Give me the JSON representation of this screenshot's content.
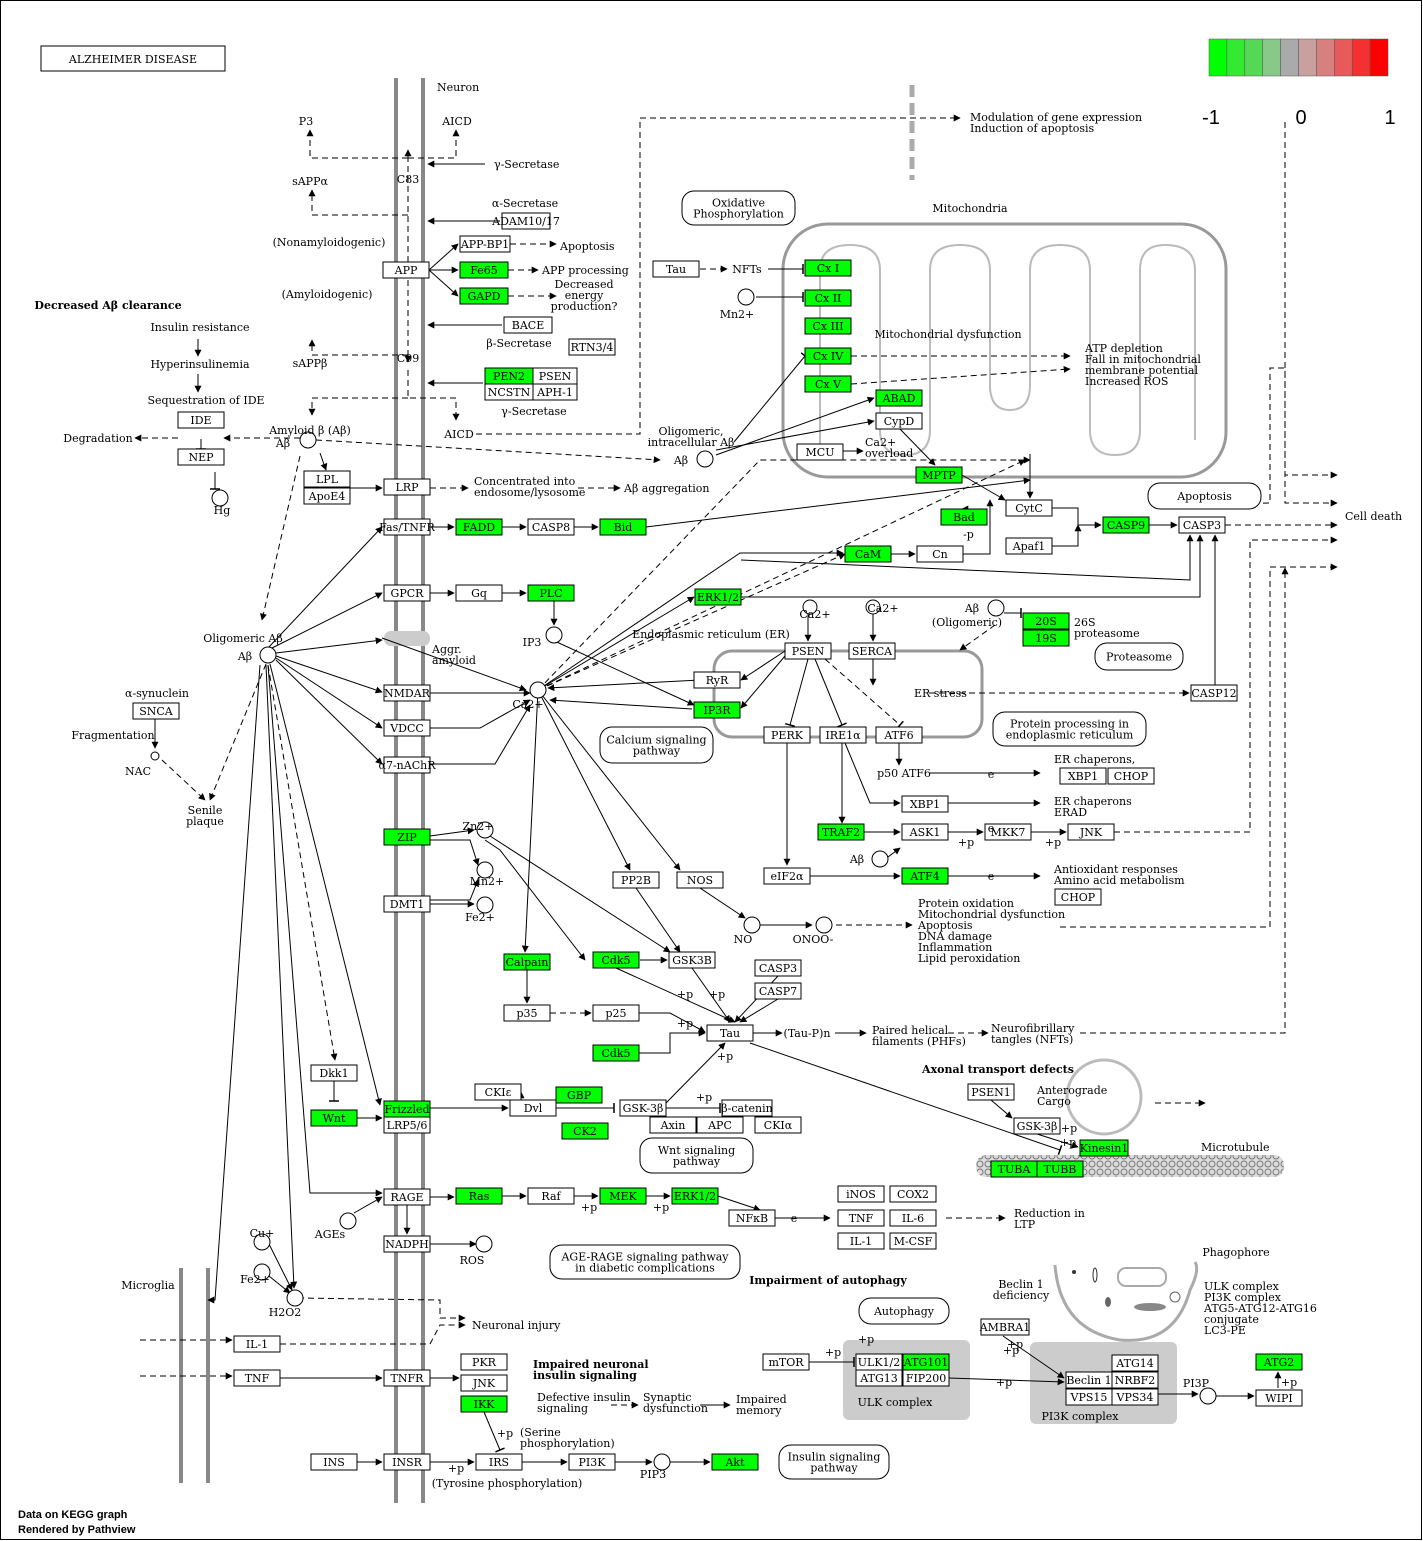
{
  "title": "ALZHEIMER DISEASE",
  "legend": {
    "colors": [
      "#00ff00",
      "#33ea33",
      "#55d855",
      "#88c888",
      "#aaaaaa",
      "#c8a0a0",
      "#d88080",
      "#e85a5a",
      "#f43030",
      "#ff0000"
    ],
    "labels": [
      "-1",
      "0",
      "1"
    ]
  },
  "credits": [
    "Data on KEGG graph",
    "Rendered by Pathview"
  ],
  "colors": {
    "hit": "#00ff00",
    "box": "#ffffff",
    "membrane": "#888888",
    "group": "#cccccc"
  },
  "nodes": [
    {
      "id": "adam",
      "label": "ADAM10/17",
      "hit": false
    },
    {
      "id": "app",
      "label": "APP",
      "hit": false
    },
    {
      "id": "appbp1",
      "label": "APP-BP1",
      "hit": false
    },
    {
      "id": "fe65",
      "label": "Fe65",
      "hit": true
    },
    {
      "id": "gapd",
      "label": "GAPD",
      "hit": true
    },
    {
      "id": "bace",
      "label": "BACE",
      "hit": false
    },
    {
      "id": "rtn",
      "label": "RTN3/4",
      "hit": false
    },
    {
      "id": "pen2",
      "label": "PEN2",
      "hit": true
    },
    {
      "id": "psen_a",
      "label": "PSEN",
      "hit": false
    },
    {
      "id": "ncstn",
      "label": "NCSTN",
      "hit": false
    },
    {
      "id": "aph1",
      "label": "APH-1",
      "hit": false
    },
    {
      "id": "ide",
      "label": "IDE",
      "hit": false
    },
    {
      "id": "nep",
      "label": "NEP",
      "hit": false
    },
    {
      "id": "lpl",
      "label": "LPL",
      "hit": false
    },
    {
      "id": "apoe4",
      "label": "ApoE4",
      "hit": false
    },
    {
      "id": "lrp",
      "label": "LRP",
      "hit": false
    },
    {
      "id": "fastnfr",
      "label": "Fas/TNFR",
      "hit": false
    },
    {
      "id": "fadd",
      "label": "FADD",
      "hit": true
    },
    {
      "id": "casp8",
      "label": "CASP8",
      "hit": false
    },
    {
      "id": "bid",
      "label": "Bid",
      "hit": true
    },
    {
      "id": "gpcr",
      "label": "GPCR",
      "hit": false
    },
    {
      "id": "gq",
      "label": "Gq",
      "hit": false
    },
    {
      "id": "plc",
      "label": "PLC",
      "hit": true
    },
    {
      "id": "nmdar",
      "label": "NMDAR",
      "hit": false
    },
    {
      "id": "vdcc",
      "label": "VDCC",
      "hit": false
    },
    {
      "id": "a7",
      "label": "α7-nAChR",
      "hit": false
    },
    {
      "id": "snca",
      "label": "SNCA",
      "hit": false
    },
    {
      "id": "zip",
      "label": "ZIP",
      "hit": true
    },
    {
      "id": "dmt1",
      "label": "DMT1",
      "hit": false
    },
    {
      "id": "tau_top",
      "label": "Tau",
      "hit": false
    },
    {
      "id": "cx1",
      "label": "Cx I",
      "hit": true
    },
    {
      "id": "cx2",
      "label": "Cx II",
      "hit": true
    },
    {
      "id": "cx3",
      "label": "Cx III",
      "hit": true
    },
    {
      "id": "cx4",
      "label": "Cx IV",
      "hit": true
    },
    {
      "id": "cx5",
      "label": "Cx V",
      "hit": true
    },
    {
      "id": "abad",
      "label": "ABAD",
      "hit": true
    },
    {
      "id": "cypd",
      "label": "CypD",
      "hit": false
    },
    {
      "id": "mcu",
      "label": "MCU",
      "hit": false
    },
    {
      "id": "mptp",
      "label": "MPTP",
      "hit": true
    },
    {
      "id": "bad",
      "label": "Bad",
      "hit": true
    },
    {
      "id": "cytc",
      "label": "CytC",
      "hit": false
    },
    {
      "id": "apaf1",
      "label": "Apaf1",
      "hit": false
    },
    {
      "id": "casp9",
      "label": "CASP9",
      "hit": true
    },
    {
      "id": "casp3",
      "label": "CASP3",
      "hit": false
    },
    {
      "id": "cam",
      "label": "CaM",
      "hit": true
    },
    {
      "id": "cn",
      "label": "Cn",
      "hit": false
    },
    {
      "id": "erk_top",
      "label": "ERK1/2",
      "hit": true
    },
    {
      "id": "p20s",
      "label": "20S",
      "hit": true
    },
    {
      "id": "p19s",
      "label": "19S",
      "hit": true
    },
    {
      "id": "psen_er",
      "label": "PSEN",
      "hit": false
    },
    {
      "id": "serca",
      "label": "SERCA",
      "hit": false
    },
    {
      "id": "ryr",
      "label": "RyR",
      "hit": false
    },
    {
      "id": "ip3r",
      "label": "IP3R",
      "hit": true
    },
    {
      "id": "casp12",
      "label": "CASP12",
      "hit": false
    },
    {
      "id": "perk",
      "label": "PERK",
      "hit": false
    },
    {
      "id": "ire1",
      "label": "IRE1α",
      "hit": false
    },
    {
      "id": "atf6",
      "label": "ATF6",
      "hit": false
    },
    {
      "id": "xbp1a",
      "label": "XBP1",
      "hit": false
    },
    {
      "id": "chop1",
      "label": "CHOP",
      "hit": false
    },
    {
      "id": "xbp1b",
      "label": "XBP1",
      "hit": false
    },
    {
      "id": "traf2",
      "label": "TRAF2",
      "hit": true
    },
    {
      "id": "ask1",
      "label": "ASK1",
      "hit": false
    },
    {
      "id": "mkk7",
      "label": "MKK7",
      "hit": false
    },
    {
      "id": "jnk_a",
      "label": "JNK",
      "hit": false
    },
    {
      "id": "eif2a",
      "label": "eIF2α",
      "hit": false
    },
    {
      "id": "atf4",
      "label": "ATF4",
      "hit": true
    },
    {
      "id": "chop2",
      "label": "CHOP",
      "hit": false
    },
    {
      "id": "pp2b",
      "label": "PP2B",
      "hit": false
    },
    {
      "id": "nos",
      "label": "NOS",
      "hit": false
    },
    {
      "id": "calpain",
      "label": "Calpain",
      "hit": true
    },
    {
      "id": "cdk5a",
      "label": "Cdk5",
      "hit": true
    },
    {
      "id": "gsk3b",
      "label": "GSK3B",
      "hit": false
    },
    {
      "id": "casp3b",
      "label": "CASP3",
      "hit": false
    },
    {
      "id": "casp7",
      "label": "CASP7",
      "hit": false
    },
    {
      "id": "p35",
      "label": "p35",
      "hit": false
    },
    {
      "id": "p25",
      "label": "p25",
      "hit": false
    },
    {
      "id": "tau",
      "label": "Tau",
      "hit": false
    },
    {
      "id": "cdk5b",
      "label": "Cdk5",
      "hit": true
    },
    {
      "id": "dkk1",
      "label": "Dkk1",
      "hit": false
    },
    {
      "id": "wnt",
      "label": "Wnt",
      "hit": true
    },
    {
      "id": "frizzled",
      "label": "Frizzled",
      "hit": true
    },
    {
      "id": "lrp56",
      "label": "LRP5/6",
      "hit": false
    },
    {
      "id": "ckie",
      "label": "CKIε",
      "hit": false
    },
    {
      "id": "gbp",
      "label": "GBP",
      "hit": true
    },
    {
      "id": "dvl",
      "label": "Dvl",
      "hit": false
    },
    {
      "id": "ck2",
      "label": "CK2",
      "hit": true
    },
    {
      "id": "gsk3b2",
      "label": "GSK-3β",
      "hit": false
    },
    {
      "id": "bcat",
      "label": "β-catenin",
      "hit": false
    },
    {
      "id": "axin",
      "label": "Axin",
      "hit": false
    },
    {
      "id": "apc",
      "label": "APC",
      "hit": false
    },
    {
      "id": "ckia",
      "label": "CKIα",
      "hit": false
    },
    {
      "id": "psen1",
      "label": "PSEN1",
      "hit": false
    },
    {
      "id": "gsk3b3",
      "label": "GSK-3β",
      "hit": false
    },
    {
      "id": "kinesin",
      "label": "Kinesin1",
      "hit": true
    },
    {
      "id": "tuba",
      "label": "TUBA",
      "hit": true
    },
    {
      "id": "tubb",
      "label": "TUBB",
      "hit": true
    },
    {
      "id": "rage",
      "label": "RAGE",
      "hit": false
    },
    {
      "id": "ras",
      "label": "Ras",
      "hit": true
    },
    {
      "id": "raf",
      "label": "Raf",
      "hit": false
    },
    {
      "id": "mek",
      "label": "MEK",
      "hit": true
    },
    {
      "id": "erk_b",
      "label": "ERK1/2",
      "hit": true
    },
    {
      "id": "nfkb",
      "label": "NFκB",
      "hit": false
    },
    {
      "id": "inos",
      "label": "iNOS",
      "hit": false
    },
    {
      "id": "cox2",
      "label": "COX2",
      "hit": false
    },
    {
      "id": "tnf_b",
      "label": "TNF",
      "hit": false
    },
    {
      "id": "il6",
      "label": "IL-6",
      "hit": false
    },
    {
      "id": "il1_b",
      "label": "IL-1",
      "hit": false
    },
    {
      "id": "mcsf",
      "label": "M-CSF",
      "hit": false
    },
    {
      "id": "nadph",
      "label": "NADPH",
      "hit": false
    },
    {
      "id": "il1",
      "label": "IL-1",
      "hit": false
    },
    {
      "id": "tnf",
      "label": "TNF",
      "hit": false
    },
    {
      "id": "tnfr",
      "label": "TNFR",
      "hit": false
    },
    {
      "id": "pkr",
      "label": "PKR",
      "hit": false
    },
    {
      "id": "jnk_b",
      "label": "JNK",
      "hit": false
    },
    {
      "id": "ikk",
      "label": "IKK",
      "hit": true
    },
    {
      "id": "ins",
      "label": "INS",
      "hit": false
    },
    {
      "id": "insr",
      "label": "INSR",
      "hit": false
    },
    {
      "id": "irs",
      "label": "IRS",
      "hit": false
    },
    {
      "id": "pi3k",
      "label": "PI3K",
      "hit": false
    },
    {
      "id": "akt",
      "label": "Akt",
      "hit": true
    },
    {
      "id": "mtor",
      "label": "mTOR",
      "hit": false
    },
    {
      "id": "ulk12",
      "label": "ULK1/2",
      "hit": false
    },
    {
      "id": "atg101",
      "label": "ATG101",
      "hit": true
    },
    {
      "id": "atg13",
      "label": "ATG13",
      "hit": false
    },
    {
      "id": "fip200",
      "label": "FIP200",
      "hit": false
    },
    {
      "id": "ambra1",
      "label": "AMBRA1",
      "hit": false
    },
    {
      "id": "beclin1",
      "label": "Beclin 1",
      "hit": false
    },
    {
      "id": "atg14",
      "label": "ATG14",
      "hit": false
    },
    {
      "id": "nrbf2",
      "label": "NRBF2",
      "hit": false
    },
    {
      "id": "vps15",
      "label": "VPS15",
      "hit": false
    },
    {
      "id": "vps34",
      "label": "VPS34",
      "hit": false
    },
    {
      "id": "atg2",
      "label": "ATG2",
      "hit": true
    },
    {
      "id": "wipi",
      "label": "WIPI",
      "hit": false
    }
  ],
  "pathways": [
    {
      "id": "oxphos",
      "label": "Oxidative\nPhosphorylation"
    },
    {
      "id": "apopt",
      "label": "Apoptosis"
    },
    {
      "id": "proteasome",
      "label": "Proteasome"
    },
    {
      "id": "calsig",
      "label": "Calcium signaling\npathway"
    },
    {
      "id": "protproc",
      "label": "Protein processing in\nendoplasmic reticulum"
    },
    {
      "id": "wntsig",
      "label": "Wnt signaling\npathway"
    },
    {
      "id": "agerage",
      "label": "AGE-RAGE signaling pathway\nin diabetic complications"
    },
    {
      "id": "autoph",
      "label": "Autophagy"
    },
    {
      "id": "inssig",
      "label": "Insulin signaling\npathway"
    }
  ],
  "compounds": [
    {
      "id": "ab1",
      "label": "Aβ"
    },
    {
      "id": "hg",
      "label": "Hg"
    },
    {
      "id": "abolig",
      "label": "Aβ"
    },
    {
      "id": "nac",
      "label": "NAC"
    },
    {
      "id": "mn1",
      "label": "Mn2+"
    },
    {
      "id": "abmito",
      "label": "Aβ"
    },
    {
      "id": "ip3",
      "label": "IP3"
    },
    {
      "id": "ca1",
      "label": "Ca2+"
    },
    {
      "id": "ca2",
      "label": "Ca2+"
    },
    {
      "id": "ca3",
      "label": "Ca2+"
    },
    {
      "id": "ab26",
      "label": "Aβ"
    },
    {
      "id": "ca_main",
      "label": "Ca2+"
    },
    {
      "id": "ab_ask",
      "label": "Aβ"
    },
    {
      "id": "zn",
      "label": "Zn2+"
    },
    {
      "id": "mn2",
      "label": "Mn2+"
    },
    {
      "id": "fe",
      "label": "Fe2+"
    },
    {
      "id": "no",
      "label": "NO"
    },
    {
      "id": "onoo",
      "label": "ONOO-"
    },
    {
      "id": "ages",
      "label": "AGEs"
    },
    {
      "id": "ros",
      "label": "ROS"
    },
    {
      "id": "cu",
      "label": "Cu+"
    },
    {
      "id": "fe2b",
      "label": "Fe2+"
    },
    {
      "id": "h2o2",
      "label": "H2O2"
    },
    {
      "id": "pip3",
      "label": "PIP3"
    },
    {
      "id": "pi3p",
      "label": "PI3P"
    }
  ],
  "labels": [
    {
      "id": "neuron",
      "text": "Neuron"
    },
    {
      "id": "p3",
      "text": "P3"
    },
    {
      "id": "aicd1",
      "text": "AICD"
    },
    {
      "id": "gsec1",
      "text": "γ-Secretase"
    },
    {
      "id": "c83",
      "text": "C83"
    },
    {
      "id": "sappa",
      "text": "sAPPα"
    },
    {
      "id": "asec",
      "text": "α-Secretase"
    },
    {
      "id": "nonamy",
      "text": "(Nonamyloidogenic)"
    },
    {
      "id": "apop1",
      "text": "Apoptosis"
    },
    {
      "id": "appproc",
      "text": "APP processing"
    },
    {
      "id": "decen",
      "text": "Decreased\nenergy\nproduction?"
    },
    {
      "id": "amylo",
      "text": "(Amyloidogenic)"
    },
    {
      "id": "bsec",
      "text": "β-Secretase"
    },
    {
      "id": "sappb",
      "text": "sAPPβ"
    },
    {
      "id": "c99",
      "text": "C99"
    },
    {
      "id": "gsec2",
      "text": "γ-Secretase"
    },
    {
      "id": "aicd2",
      "text": "AICD"
    },
    {
      "id": "decab",
      "text": "Decreased Aβ clearance"
    },
    {
      "id": "insres",
      "text": "Insulin resistance"
    },
    {
      "id": "hyper",
      "text": "Hyperinsulinemia"
    },
    {
      "id": "seqide",
      "text": "Sequestration of IDE"
    },
    {
      "id": "degr",
      "text": "Degradation"
    },
    {
      "id": "amyab",
      "text": "Amyloid β (Aβ)"
    },
    {
      "id": "concend",
      "text": "Concentrated into\nendosome/lysosome"
    },
    {
      "id": "abagg",
      "text": "Aβ aggregation"
    },
    {
      "id": "oligab",
      "text": "Oligomeric Aβ"
    },
    {
      "id": "aggr",
      "text": "Aggr.\namyloid"
    },
    {
      "id": "asyn",
      "text": "α-synuclein"
    },
    {
      "id": "frag",
      "text": "Fragmentation"
    },
    {
      "id": "senile",
      "text": "Senile\nplaque"
    },
    {
      "id": "modgene",
      "text": "Modulation of gene expression\nInduction of apoptosis"
    },
    {
      "id": "nfts",
      "text": "NFTs"
    },
    {
      "id": "mito",
      "text": "Mitochondria"
    },
    {
      "id": "mitodys",
      "text": "Mitochondrial dysfunction"
    },
    {
      "id": "atpdep",
      "text": "ATP depletion\nFall in mitochondrial\nmembrane potential\nIncreased ROS"
    },
    {
      "id": "oligint",
      "text": "Oligomeric,\nintracellular Aβ"
    },
    {
      "id": "caover",
      "text": "Ca2+\noverload"
    },
    {
      "id": "celldeath",
      "text": "Cell death"
    },
    {
      "id": "p_bad",
      "text": "-p"
    },
    {
      "id": "er",
      "text": "Endoplasmic reticulum (ER)"
    },
    {
      "id": "aboligo",
      "text": "(Oligomeric)"
    },
    {
      "id": "prot26",
      "text": "26S\nproteasome"
    },
    {
      "id": "erstress",
      "text": "ER stress"
    },
    {
      "id": "p50atf6",
      "text": "p50 ATF6"
    },
    {
      "id": "erchap1",
      "text": "ER chaperons,"
    },
    {
      "id": "erchap2",
      "text": "ER chaperons\nERAD"
    },
    {
      "id": "antiox",
      "text": "Antioxidant responses\nAmino acid metabolism"
    },
    {
      "id": "protox",
      "text": "Protein oxidation\nMitochondrial dysfunction\nApoptosis\nDNA damage\nInflammation\nLipid peroxidation"
    },
    {
      "id": "taupn",
      "text": "(Tau-P)n"
    },
    {
      "id": "phf",
      "text": "Paired helical\nfilaments (PHFs)"
    },
    {
      "id": "nft",
      "text": "Neurofibrillary\ntangles (NFTs)"
    },
    {
      "id": "axdef",
      "text": "Axonal transport defects"
    },
    {
      "id": "antero",
      "text": "Anterograde\nCargo"
    },
    {
      "id": "microtub",
      "text": "Microtubule"
    },
    {
      "id": "redltp",
      "text": "Reduction in\nLTP"
    },
    {
      "id": "microglia",
      "text": "Microglia"
    },
    {
      "id": "neurinj",
      "text": "Neuronal injury"
    },
    {
      "id": "impauto",
      "text": "Impairment of autophagy"
    },
    {
      "id": "phago",
      "text": "Phagophore"
    },
    {
      "id": "beclindef",
      "text": "Beclin 1\ndeficiency"
    },
    {
      "id": "ulkcx",
      "text": "ULK complex\nPI3K complex\nATG5-ATG12-ATG16\nconjugate\nLC3-PE"
    },
    {
      "id": "ulkgrp",
      "text": "ULK complex"
    },
    {
      "id": "pi3kgrp",
      "text": "PI3K complex"
    },
    {
      "id": "impins",
      "text": "Impaired neuronal\ninsulin signaling"
    },
    {
      "id": "defins",
      "text": "Defective insulin\nsignaling"
    },
    {
      "id": "synd",
      "text": "Synaptic\ndysfunction"
    },
    {
      "id": "impmem",
      "text": "Impaired\nmemory"
    },
    {
      "id": "serine",
      "text": "(Serine\nphosphorylation)"
    },
    {
      "id": "tyros",
      "text": "(Tyrosine phosphorylation)"
    }
  ],
  "marks": [
    {
      "id": "m1",
      "text": "+p"
    },
    {
      "id": "m2",
      "text": "+p"
    },
    {
      "id": "m3",
      "text": "+p"
    },
    {
      "id": "m4",
      "text": "+p"
    },
    {
      "id": "m5",
      "text": "+p"
    },
    {
      "id": "m6",
      "text": "+p"
    },
    {
      "id": "m7",
      "text": "+p"
    },
    {
      "id": "m8",
      "text": "+p"
    },
    {
      "id": "m9",
      "text": "+p"
    },
    {
      "id": "m10",
      "text": "+p"
    },
    {
      "id": "m11",
      "text": "+p"
    },
    {
      "id": "m12",
      "text": "+p"
    },
    {
      "id": "m13",
      "text": "+p"
    },
    {
      "id": "m14",
      "text": "+p"
    },
    {
      "id": "m15",
      "text": "+p"
    },
    {
      "id": "m16",
      "text": "+p"
    },
    {
      "id": "m17",
      "text": "+p"
    },
    {
      "id": "m18",
      "text": "+p"
    },
    {
      "id": "m19",
      "text": "+p"
    },
    {
      "id": "e1",
      "text": "e"
    },
    {
      "id": "e2",
      "text": "e"
    },
    {
      "id": "e3",
      "text": "e"
    },
    {
      "id": "e4",
      "text": "e"
    }
  ]
}
